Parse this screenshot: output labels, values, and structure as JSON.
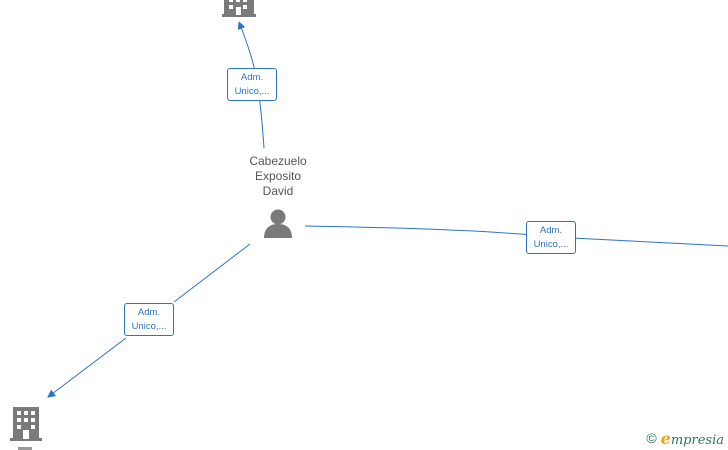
{
  "person": {
    "name_lines": [
      "Cabezuelo",
      "Exposito",
      "David"
    ],
    "icon": "person-icon"
  },
  "companies": [
    {
      "id": "top",
      "icon": "building-icon"
    },
    {
      "id": "bottom-left",
      "icon": "building-icon"
    }
  ],
  "edges": [
    {
      "id": "to-top",
      "label_lines": [
        "Adm.",
        "Unico,..."
      ]
    },
    {
      "id": "to-right",
      "label_lines": [
        "Adm.",
        "Unico,..."
      ]
    },
    {
      "id": "to-bottom-left",
      "label_lines": [
        "Adm.",
        "Unico,..."
      ]
    }
  ],
  "watermark": {
    "copyright_symbol": "©",
    "brand_initial": "e",
    "brand_rest": "mpresia"
  },
  "colors": {
    "edge": "#2c74c8",
    "node_icon": "#7a7a7a",
    "label_text": "#555555",
    "brand": "#2b7a5e",
    "brand_accent": "#f0a30a"
  }
}
